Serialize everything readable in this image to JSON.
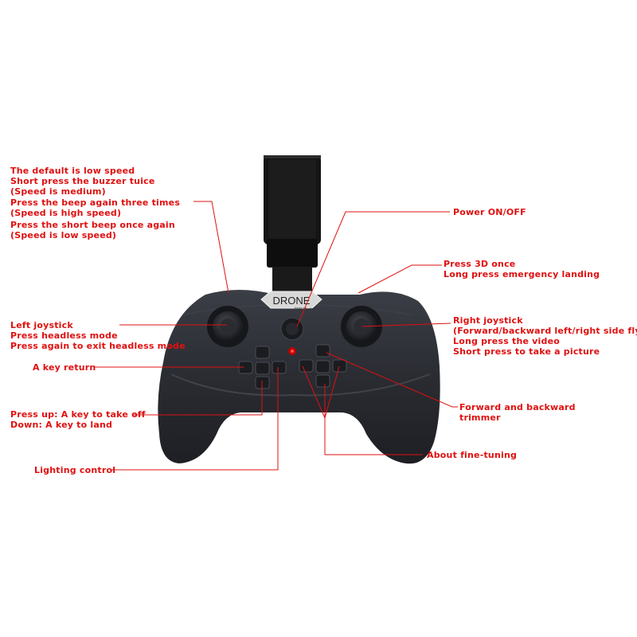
{
  "colors": {
    "label": "#e01010",
    "leader_line": "#e01010",
    "controller_body": "#2b2d33",
    "phone_holder": "#121212",
    "power_led": "#cc0000"
  },
  "badge": {
    "title": "DRONE",
    "subtitle": "TOP Model"
  },
  "labels": {
    "speed": [
      "The default is low speed",
      "Short press the buzzer tuice",
      "(Speed is medium)"
    ],
    "speed_high": [
      "Press the beep again three times",
      "(Speed is high speed)"
    ],
    "speed_low": [
      "Press the short beep once again",
      "(Speed is low speed)"
    ],
    "power": [
      "Power ON/OFF"
    ],
    "threed": [
      "Press 3D once",
      "Long press emergency landing"
    ],
    "left_joystick": [
      "Left joystick",
      "Press headless mode",
      "Press again to exit headless mode"
    ],
    "right_joystick": [
      "Right joystick",
      "(Forward/backward left/right side fly)",
      "Long press the video",
      "Short press to take a picture"
    ],
    "key_return": [
      "A key return"
    ],
    "trimmer": [
      "Forward and backward",
      "trimmer"
    ],
    "takeoff": [
      "Press up: A key to take off",
      "Down: A key to land"
    ],
    "fine_tuning": [
      "About fine-tuning"
    ],
    "lighting": [
      "Lighting control"
    ]
  }
}
